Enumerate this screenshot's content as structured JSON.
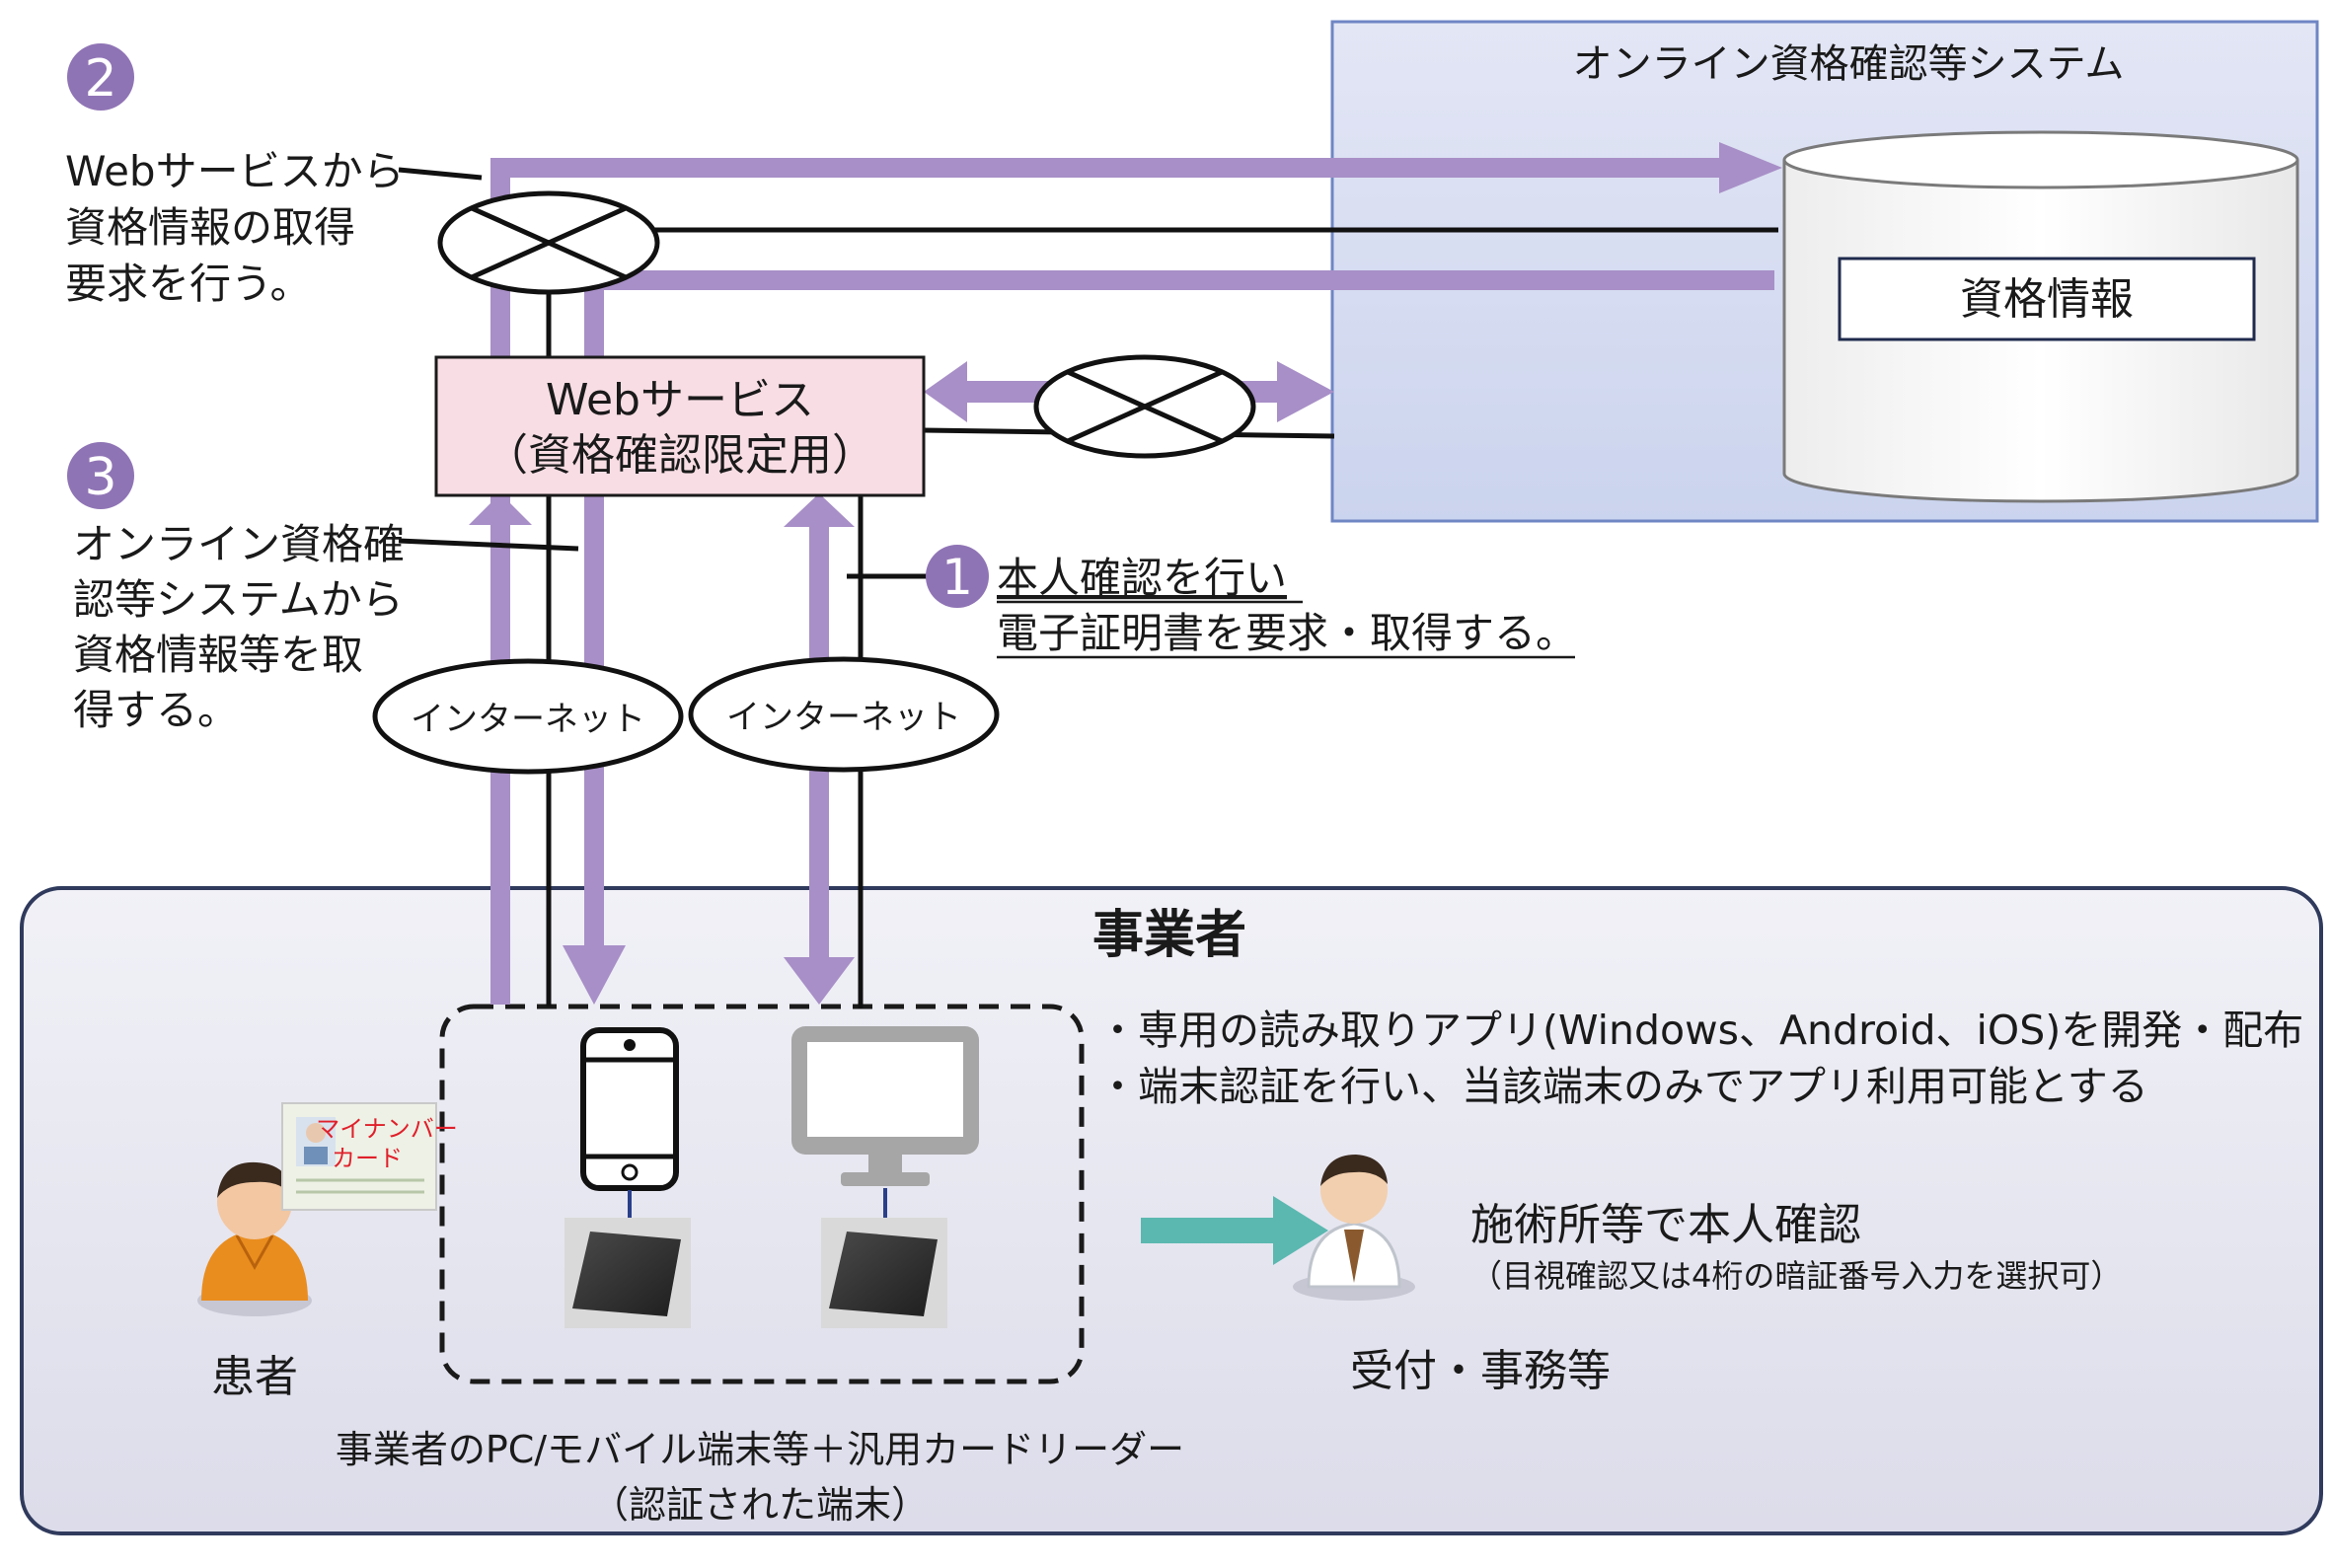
{
  "system": {
    "title": "オンライン資格確認等システム",
    "db_label": "資格情報"
  },
  "steps": {
    "step2": {
      "number": "2",
      "lines": [
        "Webサービスから",
        "資格情報の取得",
        "要求を行う。"
      ]
    },
    "step3": {
      "number": "3",
      "lines": [
        "オンライン資格確",
        "認等システムから",
        "資格情報等を取",
        "得する。"
      ]
    },
    "step1": {
      "number": "1",
      "lines": [
        "本人確認を行い",
        "電子証明書を要求・取得する。"
      ]
    }
  },
  "web_service": {
    "line1": "Webサービス",
    "line2": "（資格確認限定用）"
  },
  "internet": {
    "left": "インターネット",
    "right": "インターネット"
  },
  "business": {
    "title": "事業者",
    "bullet1": "・専用の読み取りアプリ(Windows、Android、iOS)を開発・配布",
    "bullet2": "・端末認証を行い、当該端末のみでアプリ利用可能とする",
    "devices_caption1": "事業者のPC/モバイル端末等＋汎用カードリーダー",
    "devices_caption2": "（認証された端末）",
    "patient_label": "患者",
    "card_line1": "マイナンバー",
    "card_line2": "カード",
    "reception_label": "受付・事務等",
    "confirm_title": "施術所等で本人確認",
    "confirm_sub": "（目視確認又は4桁の暗証番号入力を選択可）"
  },
  "colors": {
    "purple": "#A88FC7",
    "badge": "#8F74B5",
    "system_bg": "#DFE4F3",
    "system_border": "#6F86C4",
    "business_bg": "#E7E7F1",
    "business_border": "#2F3A5C",
    "web_bg": "#F8DDE4",
    "teal": "#5BB8B0"
  }
}
